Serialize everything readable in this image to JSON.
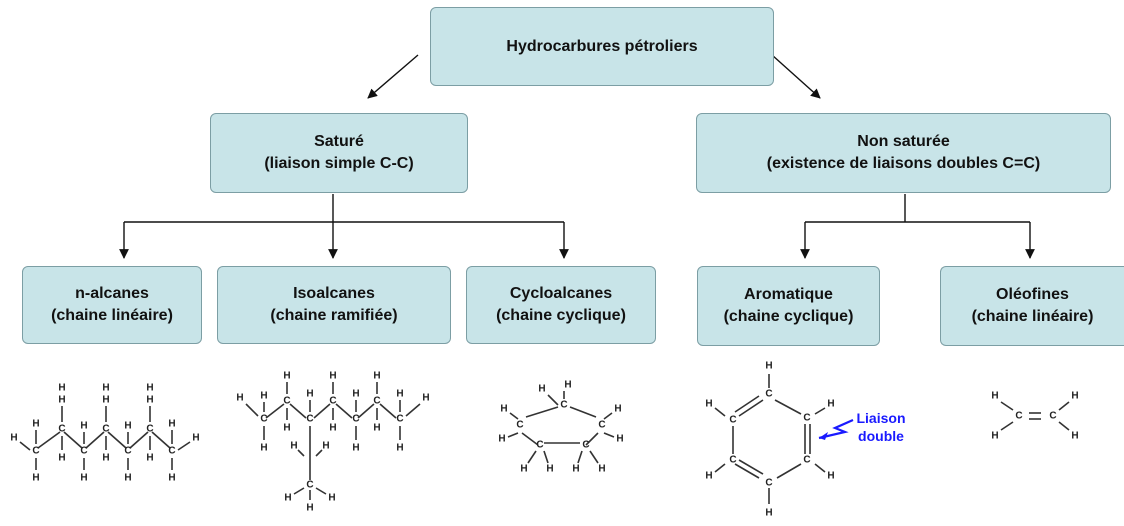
{
  "root": {
    "label": "Hydrocarbures pétroliers"
  },
  "satures": {
    "title": "Saturé",
    "subtitle": "(liaison simple C-C)"
  },
  "non_satures": {
    "title": "Non saturée",
    "subtitle": "(existence de liaisons doubles C=C)"
  },
  "n_alcanes": {
    "title": "n-alcanes",
    "subtitle": "(chaine linéaire)"
  },
  "isoalcanes": {
    "title": "Isoalcanes",
    "subtitle": "(chaine ramifiée)"
  },
  "cycloalcanes": {
    "title": "Cycloalcanes",
    "subtitle": "(chaine cyclique)"
  },
  "aromatique": {
    "title": "Aromatique",
    "subtitle": "(chaine cyclique)"
  },
  "oleofines": {
    "title": "Oléofines",
    "subtitle": "(chaine linéaire)"
  },
  "atoms": {
    "carbon": "C",
    "hydrogen": "H"
  },
  "annotation": {
    "line1": "Liaison",
    "line2": "double",
    "color": "#1a1aff"
  },
  "colors": {
    "box_fill": "#c8e4e8",
    "box_border": "#7c9ea4"
  }
}
